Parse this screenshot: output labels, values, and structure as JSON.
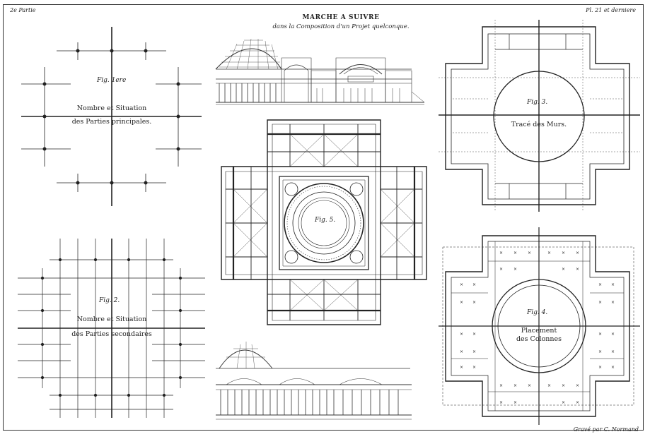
{
  "plate": {
    "corner_left": "2e Partie",
    "corner_right": "Pl. 21 et derniere",
    "title": "MARCHE A SUIVRE",
    "subtitle": "dans la Composition d'un Projet quelconque.",
    "engraver": "Gravé par C. Normand"
  },
  "fig1": {
    "label": "Fig. 1ere",
    "caption_line1": "Nombre et Situation",
    "caption_line2": "des Parties principales."
  },
  "fig2": {
    "label": "Fig. 2.",
    "caption_line1": "Nombre et Situation",
    "caption_line2": "des Parties secondaires"
  },
  "fig3": {
    "label": "Fig. 3.",
    "caption": "Tracé des Murs."
  },
  "fig4": {
    "label": "Fig. 4.",
    "caption_line1": "Placement",
    "caption_line2": "des Colonnes"
  },
  "fig5": {
    "label": "Fig. 5."
  }
}
